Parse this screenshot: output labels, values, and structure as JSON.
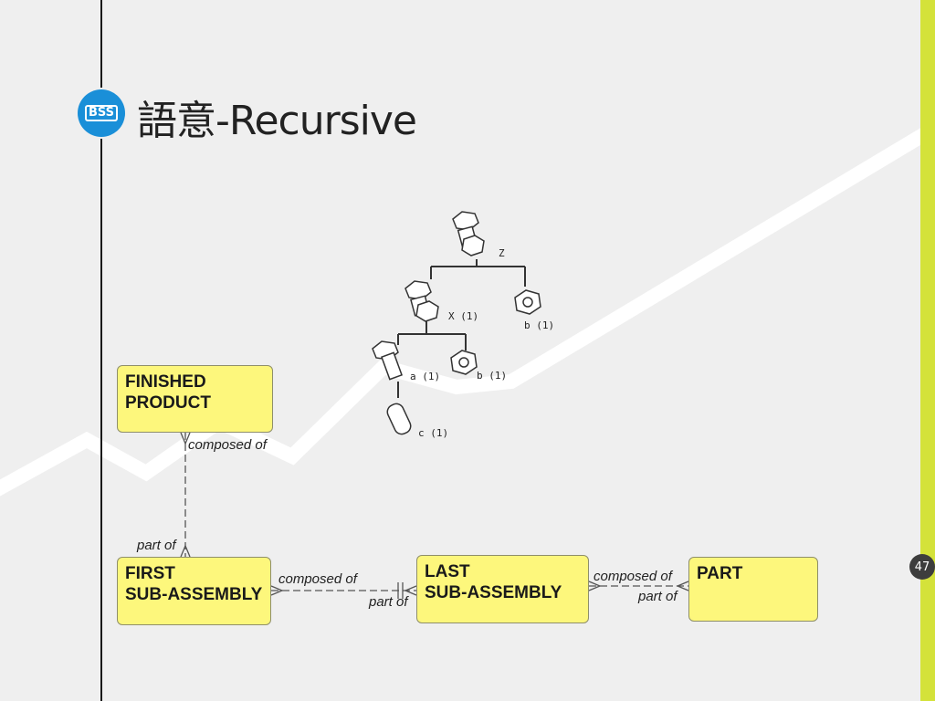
{
  "slide": {
    "title": "語意-Recursive",
    "logo_text": "BSS",
    "page_number": "47"
  },
  "colors": {
    "background": "#efefef",
    "entity_fill": "#fdf77c",
    "logo_blue": "#1a8fd8",
    "right_bar": "#d4e23a"
  },
  "parts_tree": {
    "root": "Z",
    "x_label": "X (1)",
    "b_label_top": "b (1)",
    "a_label": "a (1)",
    "b_label_bottom": "b (1)",
    "c_label": "c (1)"
  },
  "entities": {
    "finished_product": [
      "FINISHED",
      "PRODUCT"
    ],
    "first_sub_assembly": [
      "FIRST",
      "SUB-ASSEMBLY"
    ],
    "last_sub_assembly": [
      "LAST",
      "SUB-ASSEMBLY"
    ],
    "part": [
      "PART"
    ]
  },
  "relationships": {
    "fp_composed_of": "composed of",
    "fsa_part_of": "part of",
    "fsa_composed_of": "composed of",
    "lsa_part_of": "part of",
    "lsa_composed_of": "composed of",
    "part_part_of": "part of"
  }
}
